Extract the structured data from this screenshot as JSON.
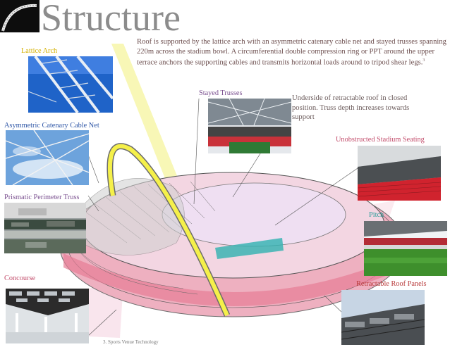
{
  "title": "Structure",
  "intro": "Roof is supported by the lattice arch with an asymmetric catenary cable net and stayed trusses spanning 220m across the stadium bowl. A circumferential double compression ring or PPT around the upper terrace anchors the supporting cables and transmits horizontal loads around to tripod shear legs.",
  "intro_footnote": "3",
  "labels": {
    "lattice_arch": "Lattice Arch",
    "catenary_net": "Asymmetric Catenary Cable Net",
    "perimeter_truss": "Prismatic Perimeter Truss",
    "concourse": "Concourse",
    "stayed_trusses": "Stayed Trusses",
    "unobstructed_seating": "Unobstructed Stadium Seating",
    "pitch": "Pitch",
    "retractable_roof_panels": "Retractable Roof Panels"
  },
  "note": "Underside of retractable roof in closed position. Truss depth increases towards support",
  "footer": "3. Sports Venue Technology",
  "colors": {
    "title_gray": "#8c8c8c",
    "label_gold": "#d4b000",
    "label_blue": "#2e56a6",
    "label_purple": "#7a4f8f",
    "label_pink": "#c24b6a",
    "label_teal": "#2a9d9a",
    "label_red": "#b83a3a",
    "arch_yellow": "#f2ee6a",
    "bowl_pink": "#e88aa0",
    "pitch_green": "#e7d3ec",
    "cyan_highlight": "#44c2c0"
  }
}
